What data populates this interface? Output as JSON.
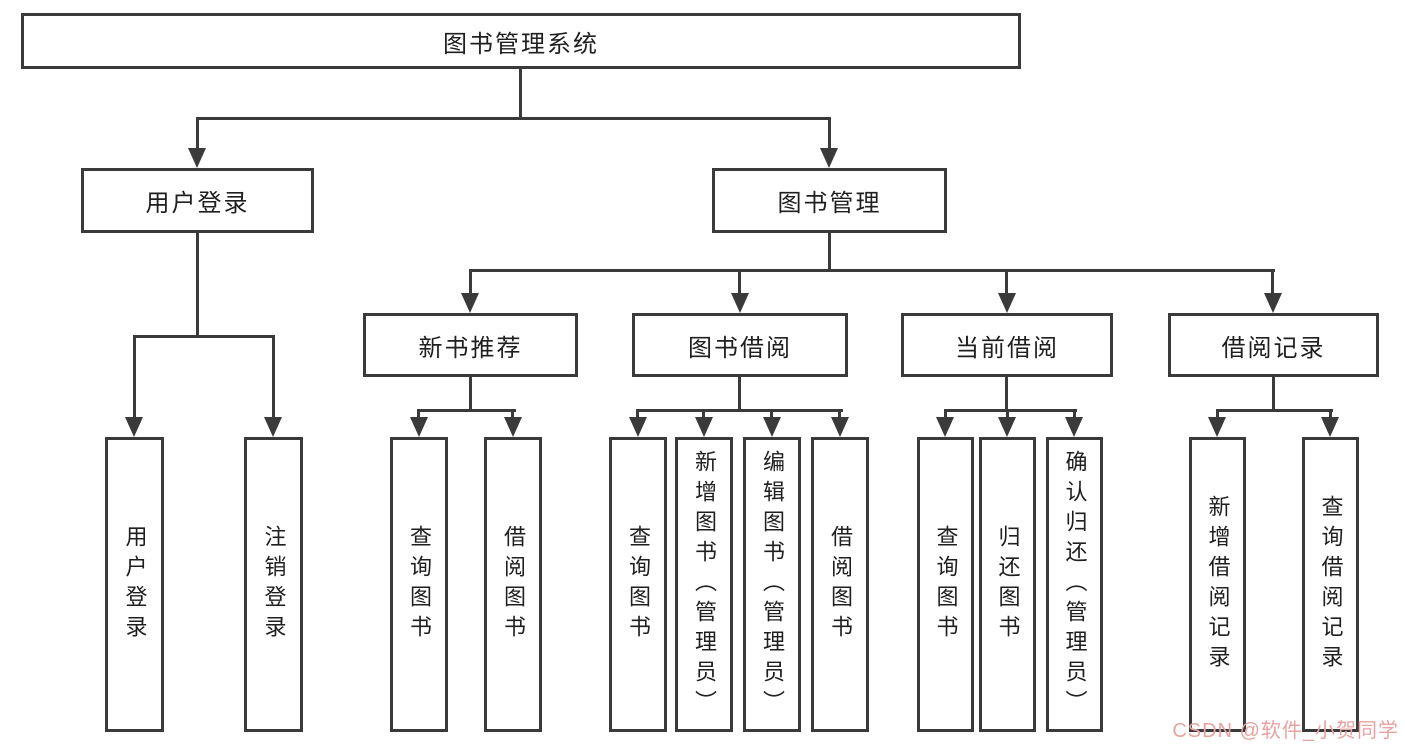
{
  "diagram": {
    "title": "图书管理系统",
    "nodes": {
      "root": "图书管理系统",
      "userLogin": "用户登录",
      "bookMgmt": "图书管理",
      "newBookRec": "新书推荐",
      "bookBorrow": "图书借阅",
      "currentBorrow": "当前借阅",
      "borrowRecord": "借阅记录",
      "leafUserLogin": "用户登录",
      "leafLogout": "注销登录",
      "leafQueryBook1": "查询图书",
      "leafBorrowBook1": "借阅图书",
      "leafQueryBook2": "查询图书",
      "leafAddBook": "新增图书（管理员）",
      "leafEditBook": "编辑图书（管理员）",
      "leafBorrowBook2": "借阅图书",
      "leafQueryBook3": "查询图书",
      "leafReturnBook": "归还图书",
      "leafConfirmReturn": "确认归还（管理员）",
      "leafAddRecord": "新增借阅记录",
      "leafQueryRecord": "查询借阅记录"
    },
    "hierarchy": {
      "图书管理系统": {
        "用户登录": [
          "用户登录",
          "注销登录"
        ],
        "图书管理": {
          "新书推荐": [
            "查询图书",
            "借阅图书"
          ],
          "图书借阅": [
            "查询图书",
            "新增图书（管理员）",
            "编辑图书（管理员）",
            "借阅图书"
          ],
          "当前借阅": [
            "查询图书",
            "归还图书",
            "确认归还（管理员）"
          ],
          "借阅记录": [
            "新增借阅记录",
            "查询借阅记录"
          ]
        }
      }
    },
    "watermark": "CSDN @软件_小贺同学",
    "colors": {
      "line": "#3a3a3a",
      "text": "#1f1f1f",
      "watermark": "#e9a2a2",
      "background": "#ffffff"
    }
  }
}
